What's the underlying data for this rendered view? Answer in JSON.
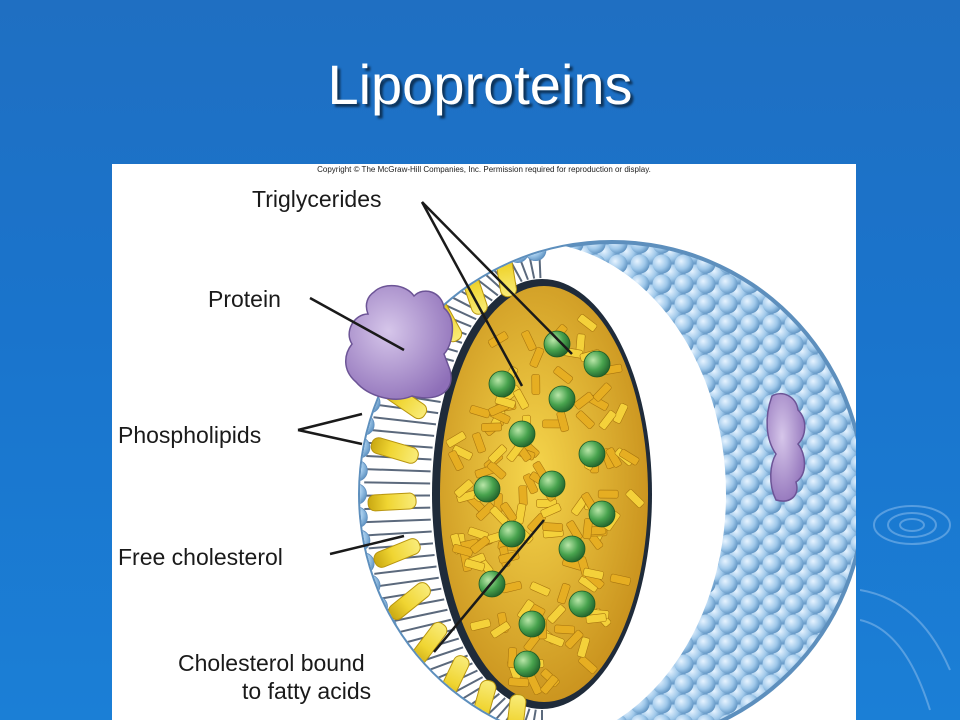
{
  "slide": {
    "title": "Lipoproteins"
  },
  "figure": {
    "copyright": "Copyright © The McGraw-Hill Companies, Inc. Permission required for reproduction or display.",
    "labels": {
      "triglycerides": "Triglycerides",
      "protein": "Protein",
      "phospholipids": "Phospholipids",
      "free_cholesterol": "Free cholesterol",
      "cholesterol_bound_line1": "Cholesterol bound",
      "cholesterol_bound_line2": "to fatty acids"
    }
  },
  "colors": {
    "background": "#1f6fc2",
    "phospholipid_head": "#a9cfee",
    "cholesterol": "#f2d93c",
    "triglyceride": "#3f9a4c",
    "protein": "#b399cf",
    "core": "#e8b92a"
  }
}
